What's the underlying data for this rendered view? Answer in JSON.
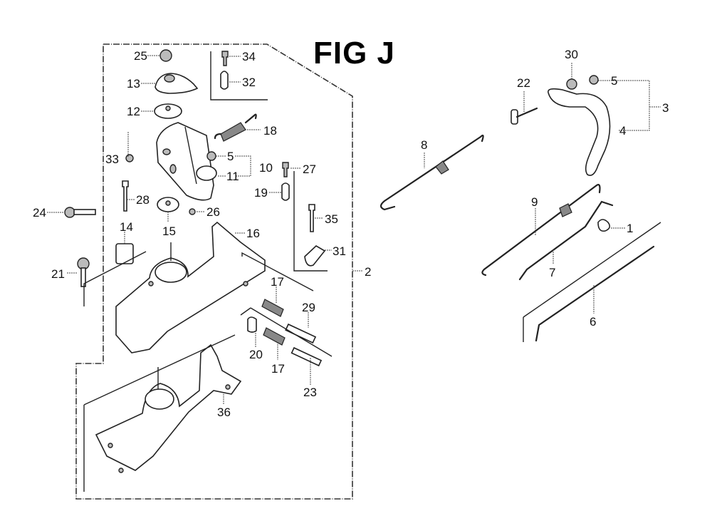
{
  "figure": {
    "title": "FIG J",
    "accent_color": "#000000"
  },
  "callouts": [
    {
      "id": "c25",
      "label": "25"
    },
    {
      "id": "c13",
      "label": "13"
    },
    {
      "id": "c12",
      "label": "12"
    },
    {
      "id": "c34",
      "label": "34"
    },
    {
      "id": "c32",
      "label": "32"
    },
    {
      "id": "c18",
      "label": "18"
    },
    {
      "id": "c33",
      "label": "33"
    },
    {
      "id": "c5a",
      "label": "5"
    },
    {
      "id": "c10",
      "label": "10"
    },
    {
      "id": "c11",
      "label": "11"
    },
    {
      "id": "c27",
      "label": "27"
    },
    {
      "id": "c28",
      "label": "28"
    },
    {
      "id": "c26",
      "label": "26"
    },
    {
      "id": "c19",
      "label": "19"
    },
    {
      "id": "c24",
      "label": "24"
    },
    {
      "id": "c14",
      "label": "14"
    },
    {
      "id": "c15",
      "label": "15"
    },
    {
      "id": "c16",
      "label": "16"
    },
    {
      "id": "c35",
      "label": "35"
    },
    {
      "id": "c31",
      "label": "31"
    },
    {
      "id": "c2",
      "label": "2"
    },
    {
      "id": "c21",
      "label": "21"
    },
    {
      "id": "c17a",
      "label": "17"
    },
    {
      "id": "c29",
      "label": "29"
    },
    {
      "id": "c20",
      "label": "20"
    },
    {
      "id": "c17b",
      "label": "17"
    },
    {
      "id": "c23",
      "label": "23"
    },
    {
      "id": "c36",
      "label": "36"
    },
    {
      "id": "c8",
      "label": "8"
    },
    {
      "id": "c22",
      "label": "22"
    },
    {
      "id": "c30",
      "label": "30"
    },
    {
      "id": "c5b",
      "label": "5"
    },
    {
      "id": "c3",
      "label": "3"
    },
    {
      "id": "c4",
      "label": "4"
    },
    {
      "id": "c9",
      "label": "9"
    },
    {
      "id": "c1",
      "label": "1"
    },
    {
      "id": "c7",
      "label": "7"
    },
    {
      "id": "c6",
      "label": "6"
    }
  ]
}
